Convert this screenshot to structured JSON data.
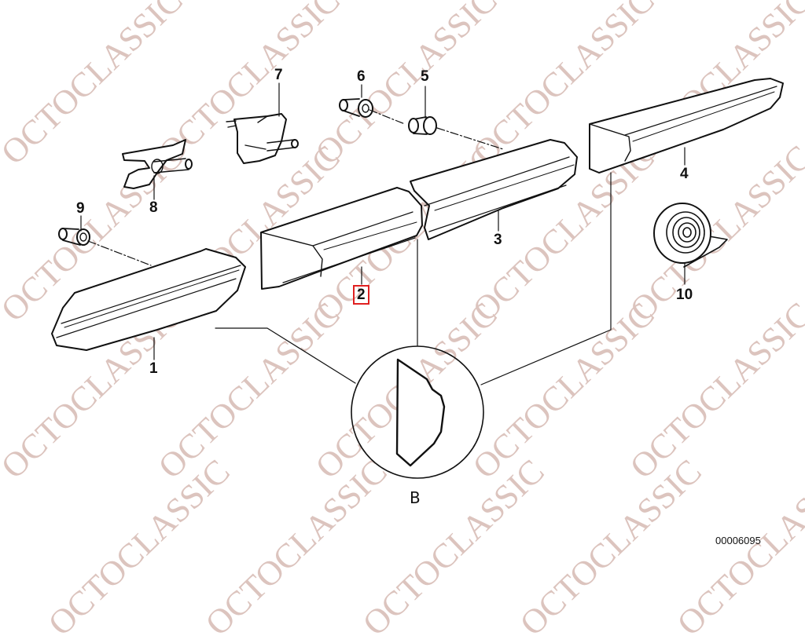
{
  "diagram": {
    "type": "exploded parts diagram",
    "subject": "side trim moulding strips with clips and adhesive tape",
    "document_number": "00006095",
    "section_view_label": "B",
    "highlighted_part": "2",
    "highlight_color": "#e02020",
    "watermark": {
      "text": "OCTOCLASSIC",
      "color": "#dcc4be"
    },
    "callouts": [
      {
        "id": "1",
        "label": "1",
        "part": "trim-strip-front-left"
      },
      {
        "id": "2",
        "label": "2",
        "part": "trim-strip-center-front",
        "highlighted": true
      },
      {
        "id": "3",
        "label": "3",
        "part": "trim-strip-center-rear"
      },
      {
        "id": "4",
        "label": "4",
        "part": "trim-strip-rear-right"
      },
      {
        "id": "5",
        "label": "5",
        "part": "bushing-small"
      },
      {
        "id": "6",
        "label": "6",
        "part": "grommet"
      },
      {
        "id": "7",
        "label": "7",
        "part": "clip-with-pin"
      },
      {
        "id": "8",
        "label": "8",
        "part": "clip-bracket"
      },
      {
        "id": "9",
        "label": "9",
        "part": "bushing-left"
      },
      {
        "id": "10",
        "label": "10",
        "part": "adhesive-tape-roll"
      }
    ]
  }
}
